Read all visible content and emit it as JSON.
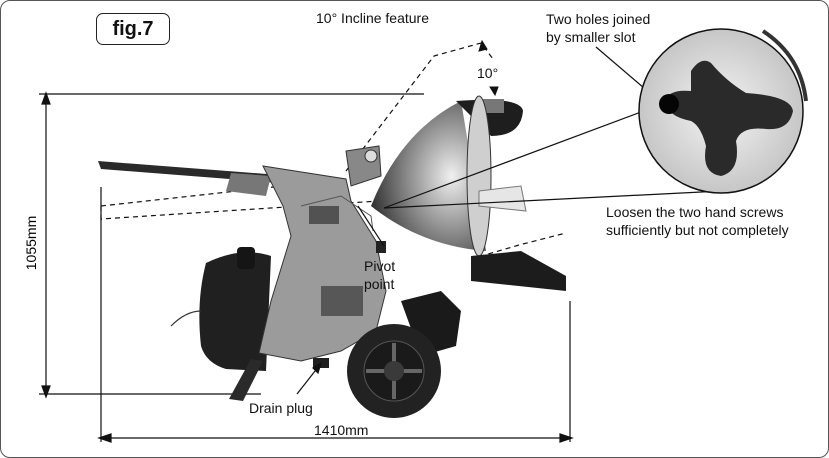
{
  "figure": {
    "label": "fig.7",
    "incline_title": "10° Incline feature",
    "angle_label": "10°",
    "holes_label_line1": "Two holes joined",
    "holes_label_line2": "by smaller slot",
    "loosen_line1": "Loosen the two hand screws",
    "loosen_line2": "sufficiently but not completely",
    "pivot_line1": "Pivot",
    "pivot_line2": "point",
    "drain_label": "Drain plug",
    "height_dim": "1055mm",
    "width_dim": "1410mm"
  },
  "colors": {
    "body": "#9a9a9a",
    "dark": "#2a2a2a",
    "line": "#111111"
  }
}
